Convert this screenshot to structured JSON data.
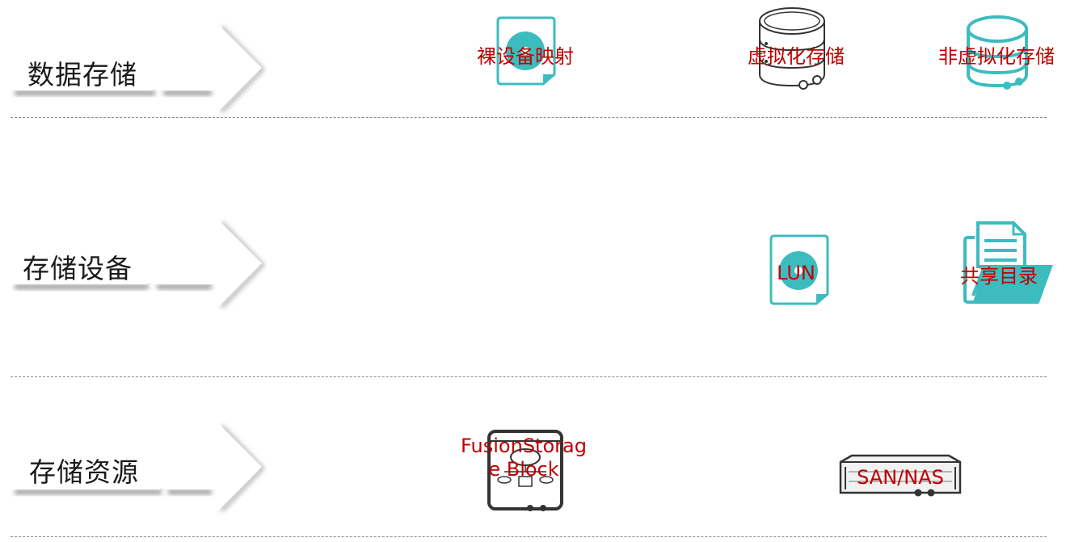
{
  "rows": [
    {
      "label": "数据存储",
      "items": [
        "裸设备映射",
        "虚拟化存储",
        "非虚拟化存储"
      ]
    },
    {
      "label": "存储设备",
      "items": [
        "LUN",
        "共享目录"
      ]
    },
    {
      "label": "存储资源",
      "items": [
        "FusionStorage Block",
        "SAN/NAS"
      ]
    }
  ],
  "colors": {
    "teal": "#3dbcc0",
    "label_red": "#c00000",
    "dark": "#333333"
  },
  "icons": [
    "disk-file-icon",
    "database-outline-icon",
    "database-teal-icon",
    "lun-file-icon",
    "shared-folder-icon",
    "fusionstorage-server-icon",
    "rack-server-icon"
  ]
}
